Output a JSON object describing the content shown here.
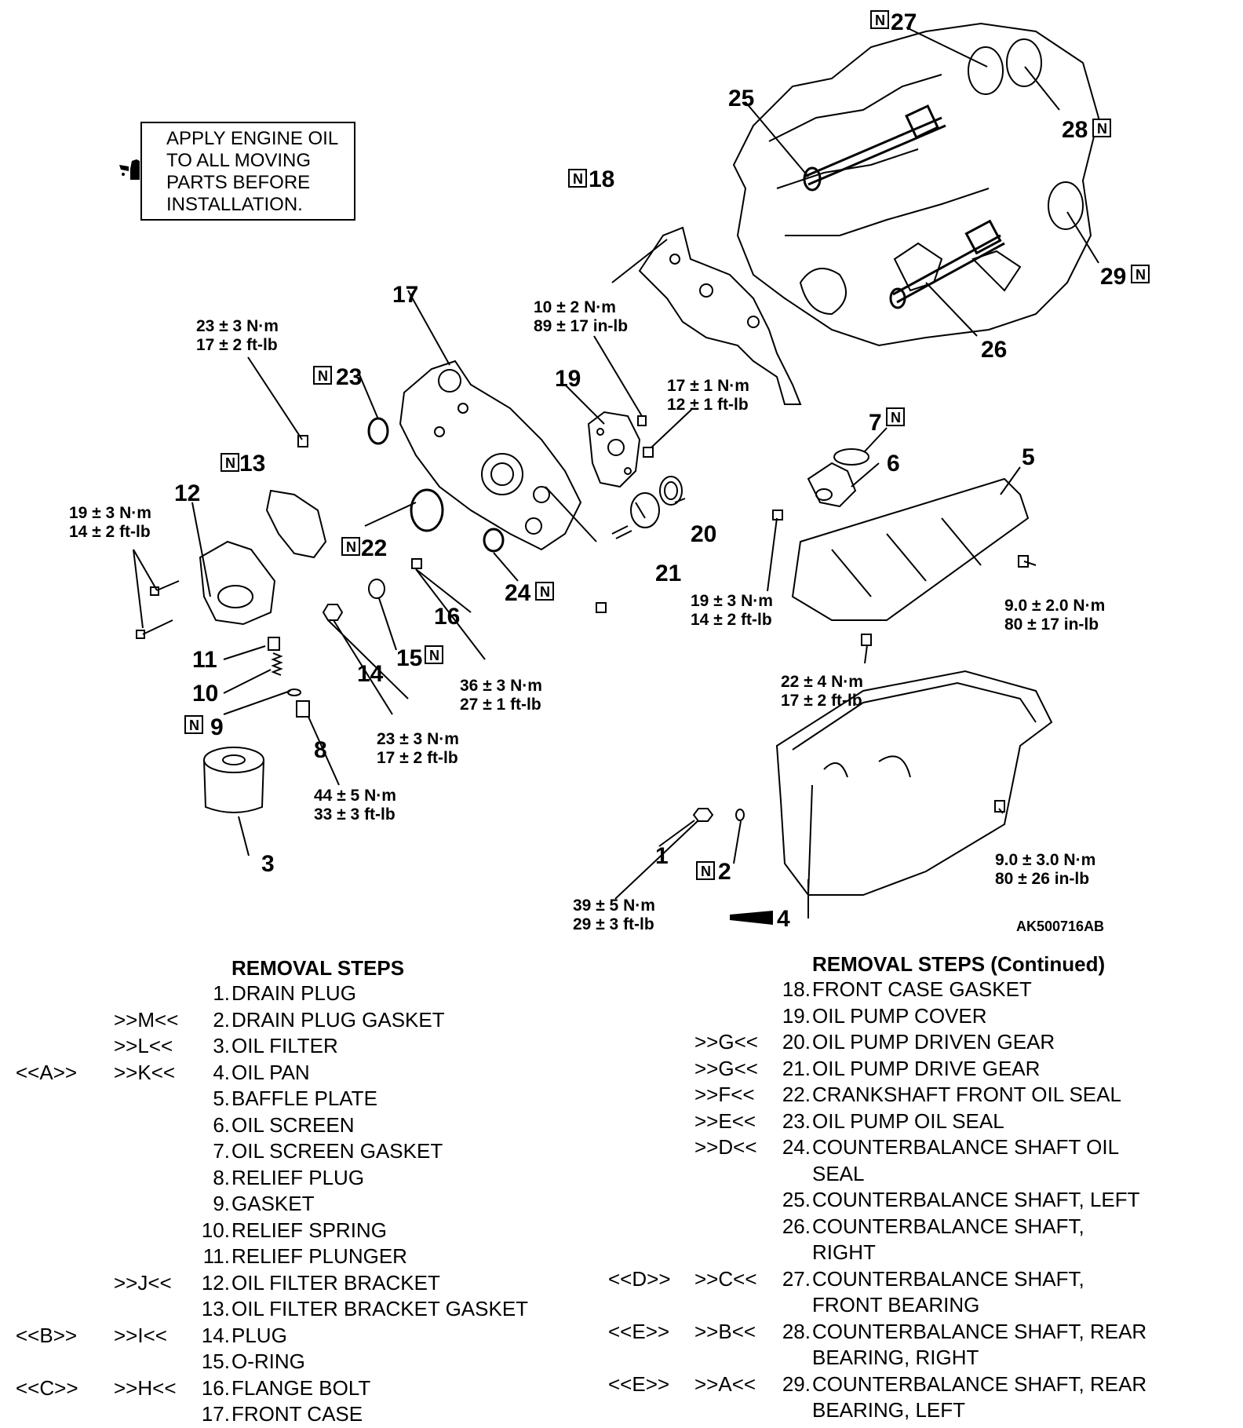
{
  "note_box": {
    "lines": [
      "APPLY ENGINE OIL",
      "TO ALL MOVING",
      "PARTS BEFORE",
      "INSTALLATION."
    ],
    "icon": "oil-can-icon"
  },
  "figure_code": "AK500716AB",
  "callouts": [
    {
      "id": "c1",
      "text": "1"
    },
    {
      "id": "c2",
      "text": "2",
      "n": true
    },
    {
      "id": "c3",
      "text": "3"
    },
    {
      "id": "c4",
      "text": "4"
    },
    {
      "id": "c5",
      "text": "5"
    },
    {
      "id": "c6",
      "text": "6"
    },
    {
      "id": "c7",
      "text": "7",
      "n": true
    },
    {
      "id": "c8",
      "text": "8"
    },
    {
      "id": "c9",
      "text": "9",
      "n": true
    },
    {
      "id": "c10",
      "text": "10"
    },
    {
      "id": "c11",
      "text": "11"
    },
    {
      "id": "c12",
      "text": "12"
    },
    {
      "id": "c13",
      "text": "13",
      "n": true
    },
    {
      "id": "c14",
      "text": "14"
    },
    {
      "id": "c15",
      "text": "15",
      "n": true
    },
    {
      "id": "c16",
      "text": "16"
    },
    {
      "id": "c17",
      "text": "17"
    },
    {
      "id": "c18",
      "text": "18",
      "n": true
    },
    {
      "id": "c19",
      "text": "19"
    },
    {
      "id": "c20",
      "text": "20"
    },
    {
      "id": "c21",
      "text": "21"
    },
    {
      "id": "c22",
      "text": "22",
      "n": true
    },
    {
      "id": "c23",
      "text": "23",
      "n": true
    },
    {
      "id": "c24",
      "text": "24",
      "n": true
    },
    {
      "id": "c25",
      "text": "25"
    },
    {
      "id": "c26",
      "text": "26"
    },
    {
      "id": "c27",
      "text": "27",
      "n": true
    },
    {
      "id": "c28",
      "text": "28",
      "n": true
    },
    {
      "id": "c29",
      "text": "29",
      "n": true
    }
  ],
  "torques": [
    {
      "id": "t1",
      "lines": [
        "23 ± 3 N·m",
        "17 ± 2 ft-lb"
      ]
    },
    {
      "id": "t2",
      "lines": [
        "10 ± 2 N·m",
        "89 ± 17 in-lb"
      ]
    },
    {
      "id": "t3",
      "lines": [
        "17 ± 1 N·m",
        "12 ± 1 ft-lb"
      ]
    },
    {
      "id": "t4",
      "lines": [
        "19 ± 3 N·m",
        "14 ± 2 ft-lb"
      ]
    },
    {
      "id": "t5",
      "lines": [
        "19 ± 3 N·m",
        "14 ± 2 ft-lb"
      ]
    },
    {
      "id": "t6",
      "lines": [
        "9.0 ± 2.0 N·m",
        "80 ± 17 in-lb"
      ]
    },
    {
      "id": "t7",
      "lines": [
        "36 ± 3 N·m",
        "27 ± 1 ft-lb"
      ]
    },
    {
      "id": "t8",
      "lines": [
        "22 ± 4 N·m",
        "17 ± 2 ft-lb"
      ]
    },
    {
      "id": "t9",
      "lines": [
        "23 ± 3 N·m",
        "17 ± 2 ft-lb"
      ]
    },
    {
      "id": "t10",
      "lines": [
        "44 ± 5 N·m",
        "33 ± 3 ft-lb"
      ]
    },
    {
      "id": "t11",
      "lines": [
        "9.0 ± 3.0 N·m",
        "80 ± 26 in-lb"
      ]
    },
    {
      "id": "t12",
      "lines": [
        "39 ± 5 N·m",
        "29 ± 3 ft-lb"
      ]
    }
  ],
  "removal_steps": {
    "title": "REMOVAL STEPS",
    "items": [
      {
        "rem": "",
        "ins": "",
        "num": "1.",
        "label": "DRAIN PLUG"
      },
      {
        "rem": "",
        "ins": ">>M<<",
        "num": "2.",
        "label": "DRAIN PLUG GASKET"
      },
      {
        "rem": "",
        "ins": ">>L<<",
        "num": "3.",
        "label": "OIL FILTER"
      },
      {
        "rem": "<<A>>",
        "ins": ">>K<<",
        "num": "4.",
        "label": "OIL PAN"
      },
      {
        "rem": "",
        "ins": "",
        "num": "5.",
        "label": "BAFFLE PLATE"
      },
      {
        "rem": "",
        "ins": "",
        "num": "6.",
        "label": "OIL SCREEN"
      },
      {
        "rem": "",
        "ins": "",
        "num": "7.",
        "label": "OIL SCREEN GASKET"
      },
      {
        "rem": "",
        "ins": "",
        "num": "8.",
        "label": "RELIEF PLUG"
      },
      {
        "rem": "",
        "ins": "",
        "num": "9.",
        "label": "GASKET"
      },
      {
        "rem": "",
        "ins": "",
        "num": "10.",
        "label": "RELIEF SPRING"
      },
      {
        "rem": "",
        "ins": "",
        "num": "11.",
        "label": "RELIEF PLUNGER"
      },
      {
        "rem": "",
        "ins": ">>J<<",
        "num": "12.",
        "label": "OIL FILTER BRACKET"
      },
      {
        "rem": "",
        "ins": "",
        "num": "13.",
        "label": "OIL FILTER BRACKET GASKET"
      },
      {
        "rem": "<<B>>",
        "ins": ">>I<<",
        "num": "14.",
        "label": "PLUG"
      },
      {
        "rem": "",
        "ins": "",
        "num": "15.",
        "label": "O-RING"
      },
      {
        "rem": "<<C>>",
        "ins": ">>H<<",
        "num": "16.",
        "label": "FLANGE BOLT"
      },
      {
        "rem": "",
        "ins": "",
        "num": "17.",
        "label": "FRONT CASE"
      }
    ]
  },
  "removal_steps_cont": {
    "title": "REMOVAL STEPS (Continued)",
    "items": [
      {
        "rem": "",
        "ins": "",
        "num": "18.",
        "label": "FRONT CASE GASKET"
      },
      {
        "rem": "",
        "ins": "",
        "num": "19.",
        "label": "OIL PUMP COVER"
      },
      {
        "rem": "",
        "ins": ">>G<<",
        "num": "20.",
        "label": "OIL PUMP DRIVEN GEAR"
      },
      {
        "rem": "",
        "ins": ">>G<<",
        "num": "21.",
        "label": "OIL PUMP DRIVE GEAR"
      },
      {
        "rem": "",
        "ins": ">>F<<",
        "num": "22.",
        "label": "CRANKSHAFT FRONT OIL SEAL"
      },
      {
        "rem": "",
        "ins": ">>E<<",
        "num": "23.",
        "label": "OIL PUMP OIL SEAL"
      },
      {
        "rem": "",
        "ins": ">>D<<",
        "num": "24.",
        "label": "COUNTERBALANCE SHAFT OIL SEAL"
      },
      {
        "rem": "",
        "ins": "",
        "num": "25.",
        "label": "COUNTERBALANCE SHAFT, LEFT"
      },
      {
        "rem": "",
        "ins": "",
        "num": "26.",
        "label": "COUNTERBALANCE SHAFT, RIGHT"
      },
      {
        "rem": "<<D>>",
        "ins": ">>C<<",
        "num": "27.",
        "label": "COUNTERBALANCE SHAFT, FRONT BEARING"
      },
      {
        "rem": "<<E>>",
        "ins": ">>B<<",
        "num": "28.",
        "label": "COUNTERBALANCE SHAFT, REAR BEARING, RIGHT"
      },
      {
        "rem": "<<E>>",
        "ins": ">>A<<",
        "num": "29.",
        "label": "COUNTERBALANCE SHAFT, REAR BEARING, LEFT"
      }
    ]
  }
}
